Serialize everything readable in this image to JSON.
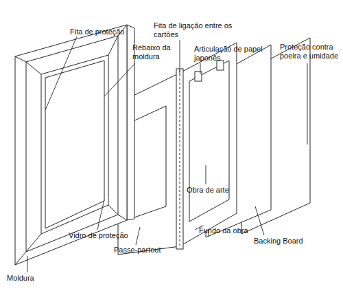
{
  "diagram": {
    "labels": [
      "Fita de proteção",
      "Rebaixo da moldura",
      "Fita de ligação entre os cartões",
      "Articulação de papel japonês",
      "Proteção contra poeira e umidade",
      "Obra de arte",
      "Fundo da obra",
      "Backing Board",
      "Vidro de proteção",
      "Passe-partout",
      "Moldura"
    ]
  }
}
